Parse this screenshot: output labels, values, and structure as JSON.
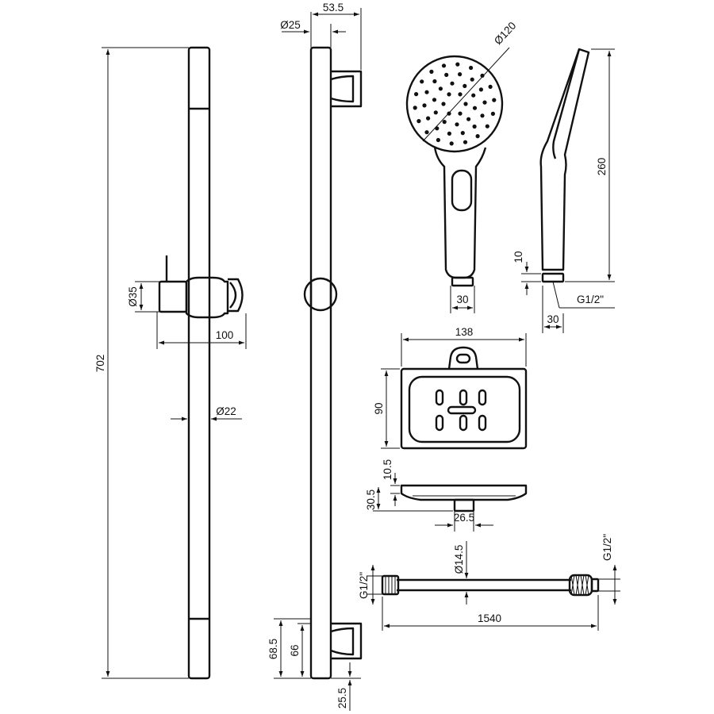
{
  "drawing": {
    "rail_front": {
      "height_label": "702",
      "holder_diameter_label": "Ø35",
      "holder_projection_label": "100",
      "tube_diameter_label": "Ø22"
    },
    "rail_side": {
      "bracket_diameter_label": "Ø25",
      "bracket_depth_label": "53.5",
      "lower_bracket_height_label": "68.5",
      "lower_bracket_inner_label": "66",
      "bottom_offset_label": "25.5"
    },
    "hand_shower": {
      "head_diameter_label": "Ø120",
      "length_label": "260",
      "connector_length_label": "10",
      "thread_label": "G1/2\"",
      "connector_width_front_label": "30",
      "connector_width_side_label": "30"
    },
    "soap_dish": {
      "width_label": "138",
      "depth_label": "90",
      "thickness_label": "10.5",
      "height_label": "30.5",
      "mount_width_label": "26.5"
    },
    "hose": {
      "length_label": "1540",
      "diameter_label": "Ø14.5",
      "thread_left_label": "G1/2\"",
      "thread_right_label": "G1/2\""
    }
  }
}
